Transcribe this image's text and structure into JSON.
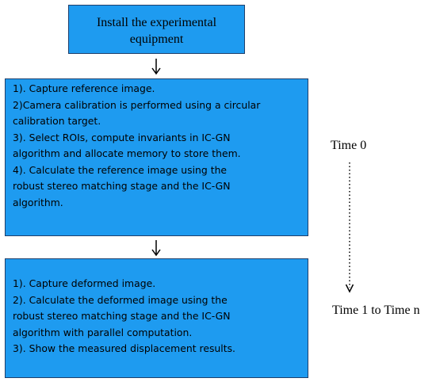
{
  "install_box": {
    "line1": "Install the experimental",
    "line2": "equipment"
  },
  "reference_box": {
    "lines": [
      "1). Capture reference image.",
      "2)Camera calibration is performed using a circular",
      "calibration target.",
      "3). Select ROIs, compute invariants in IC-GN",
      "algorithm and allocate memory to store them.",
      "4). Calculate the reference image using  the",
      "robust stereo matching stage and the IC-GN",
      "algorithm."
    ]
  },
  "deformed_box": {
    "lines": [
      "1). Capture deformed image.",
      "2). Calculate the deformed image using the",
      "robust stereo matching stage and the IC-GN",
      "algorithm with parallel computation.",
      "3).  Show the measured displacement results."
    ]
  },
  "timeline": {
    "start_label": "Time 0",
    "end_label": "Time 1 to Time n"
  },
  "colors": {
    "box_fill": "#1e9bf0",
    "box_border": "#1f3f6b",
    "text": "#000000"
  }
}
